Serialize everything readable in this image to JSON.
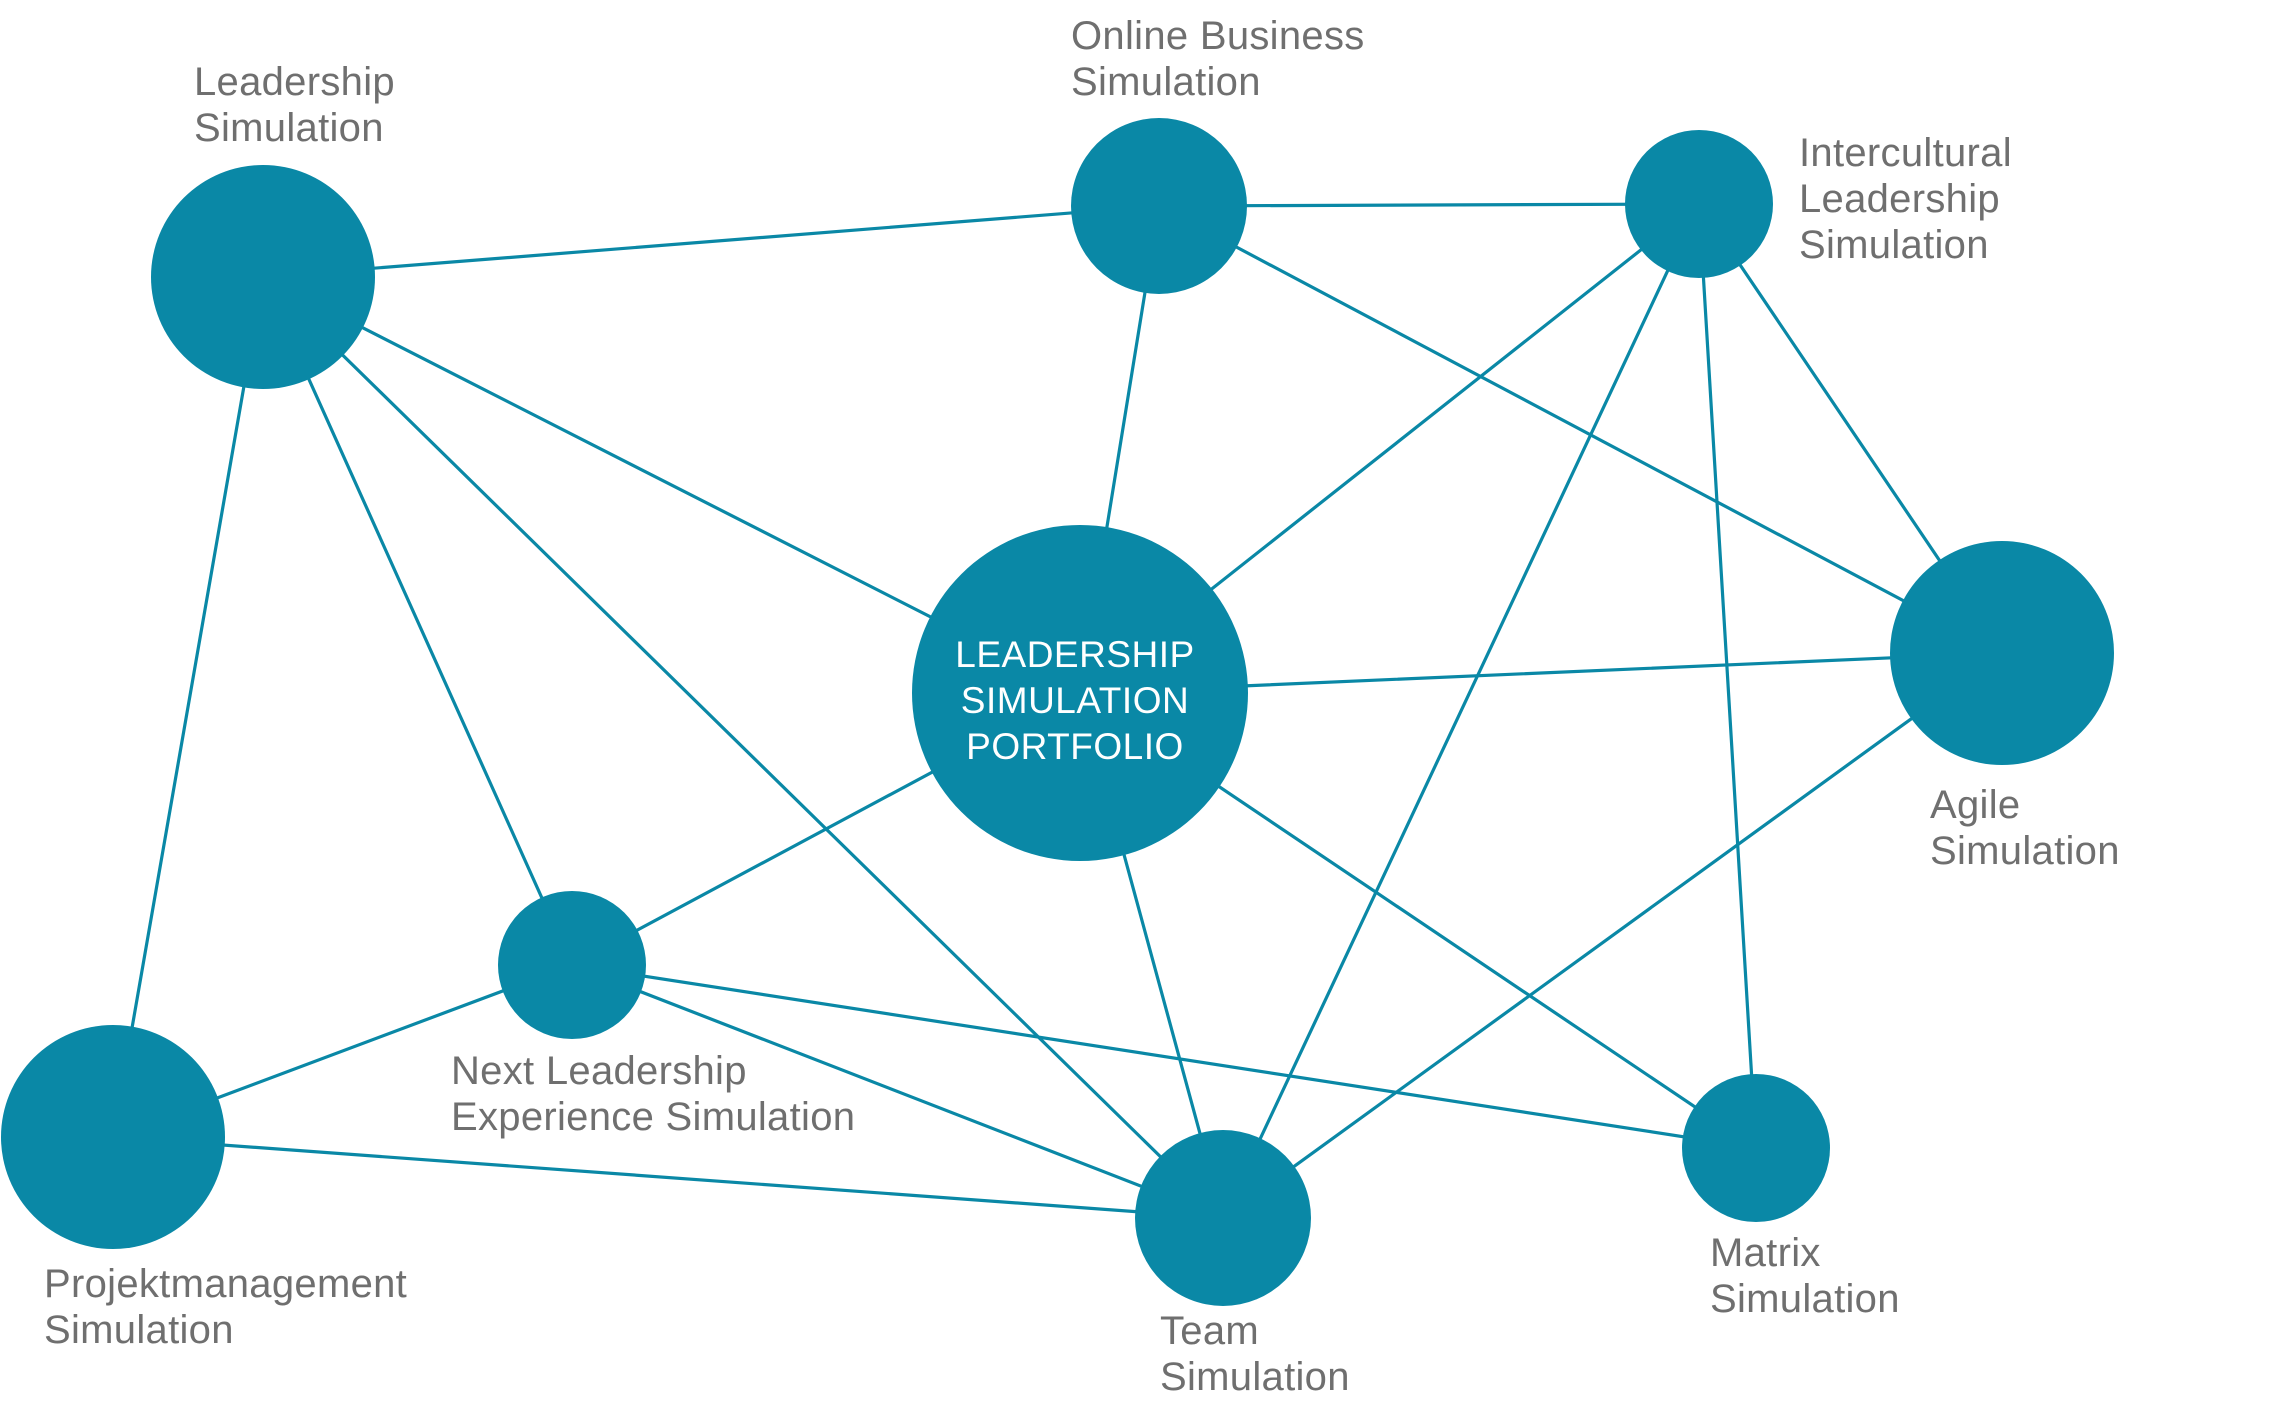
{
  "colors": {
    "node": "#0a88a6",
    "edge": "#0a88a6",
    "label": "#6f6f6f",
    "center_text": "#ffffff"
  },
  "center": {
    "line1": "LEADERSHIP",
    "line2": "SIMULATION",
    "line3": "PORTFOLIO"
  },
  "nodes": {
    "leadership": {
      "line1": "Leadership",
      "line2": "Simulation"
    },
    "online_business": {
      "line1": "Online Business",
      "line2": "Simulation"
    },
    "intercultural": {
      "line1": "Intercultural",
      "line2": "Leadership",
      "line3": "Simulation"
    },
    "agile": {
      "line1": "Agile",
      "line2": "Simulation"
    },
    "next_leadership": {
      "line1": "Next Leadership",
      "line2": "Experience Simulation"
    },
    "projektmanagement": {
      "line1": "Projektmanagement",
      "line2": "Simulation"
    },
    "team": {
      "line1": "Team",
      "line2": "Simulation"
    },
    "matrix": {
      "line1": "Matrix",
      "line2": "Simulation"
    }
  }
}
